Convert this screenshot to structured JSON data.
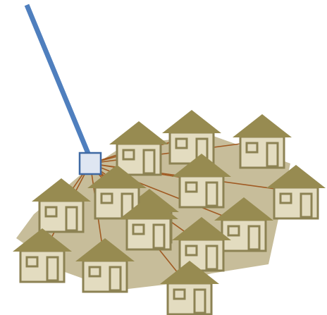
{
  "colors": {
    "background": "#ffffff",
    "region_fill": "#c7bd9a",
    "roof": "#978b51",
    "wall": "#e3dcc0",
    "trim": "#8c8253",
    "link_line": "#a05a22",
    "uplink": "#4f7fbe",
    "hub_fill": "#dfe6f2",
    "hub_stroke": "#3f69a3"
  },
  "diagram": {
    "nodes": [
      {
        "id": "hub",
        "kind": "hub",
        "icon": "square-node-icon"
      },
      {
        "id": "house-1",
        "kind": "house",
        "icon": "house-icon"
      },
      {
        "id": "house-2",
        "kind": "house",
        "icon": "house-icon"
      },
      {
        "id": "house-3",
        "kind": "house",
        "icon": "house-icon"
      },
      {
        "id": "house-4",
        "kind": "house",
        "icon": "house-icon"
      },
      {
        "id": "house-5",
        "kind": "house",
        "icon": "house-icon"
      },
      {
        "id": "house-6",
        "kind": "house",
        "icon": "house-icon"
      },
      {
        "id": "house-7",
        "kind": "house",
        "icon": "house-icon"
      },
      {
        "id": "house-8",
        "kind": "house",
        "icon": "house-icon"
      },
      {
        "id": "house-9",
        "kind": "house",
        "icon": "house-icon"
      },
      {
        "id": "house-10",
        "kind": "house",
        "icon": "house-icon"
      },
      {
        "id": "house-11",
        "kind": "house",
        "icon": "house-icon"
      },
      {
        "id": "house-12",
        "kind": "house",
        "icon": "house-icon"
      },
      {
        "id": "house-13",
        "kind": "house",
        "icon": "house-icon"
      },
      {
        "id": "house-14",
        "kind": "house",
        "icon": "house-icon"
      }
    ],
    "links": [
      {
        "from": "hub",
        "to": "house-1"
      },
      {
        "from": "hub",
        "to": "house-2"
      },
      {
        "from": "hub",
        "to": "house-3"
      },
      {
        "from": "hub",
        "to": "house-4"
      },
      {
        "from": "hub",
        "to": "house-5"
      },
      {
        "from": "hub",
        "to": "house-6"
      },
      {
        "from": "hub",
        "to": "house-7"
      },
      {
        "from": "hub",
        "to": "house-8"
      },
      {
        "from": "hub",
        "to": "house-9"
      },
      {
        "from": "hub",
        "to": "house-10"
      },
      {
        "from": "hub",
        "to": "house-11"
      },
      {
        "from": "hub",
        "to": "house-12"
      },
      {
        "from": "hub",
        "to": "house-13"
      },
      {
        "from": "hub",
        "to": "house-14"
      }
    ],
    "uplink": {
      "from": "hub",
      "direction": "upper-left"
    }
  }
}
